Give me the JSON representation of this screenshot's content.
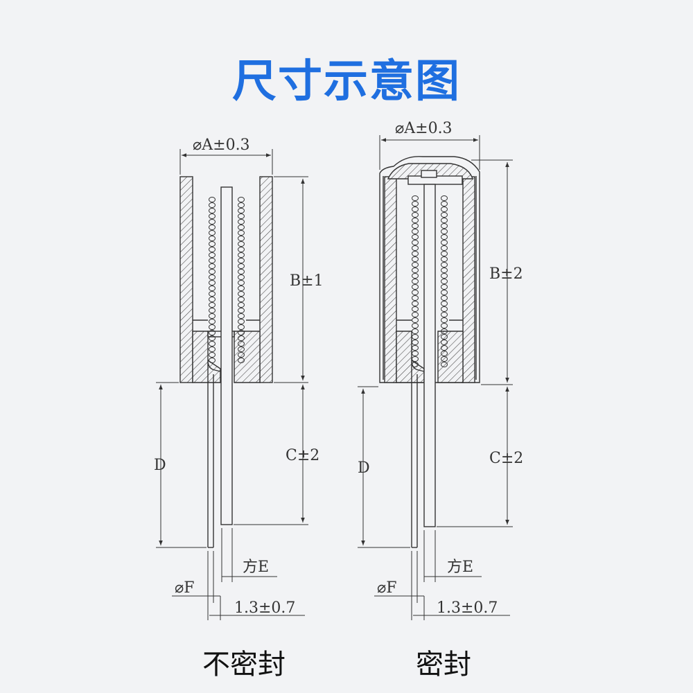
{
  "title": "尺寸示意图",
  "diagrams": {
    "unsealed": {
      "caption": "不密封",
      "dim_a": "⌀A±0.3",
      "dim_b": "B±1",
      "dim_c": "C±2",
      "dim_d": "D",
      "dim_e": "方E",
      "dim_f": "⌀F",
      "dim_offset": "1.3±0.7"
    },
    "sealed": {
      "caption": "密封",
      "dim_a": "⌀A±0.3",
      "dim_b": "B±2",
      "dim_c": "C±2",
      "dim_d": "D",
      "dim_e": "方E",
      "dim_f": "⌀F",
      "dim_offset": "1.3±0.7"
    }
  },
  "colors": {
    "title": "#1f6fe0",
    "background": "#f2f3f5",
    "line": "#333333"
  }
}
